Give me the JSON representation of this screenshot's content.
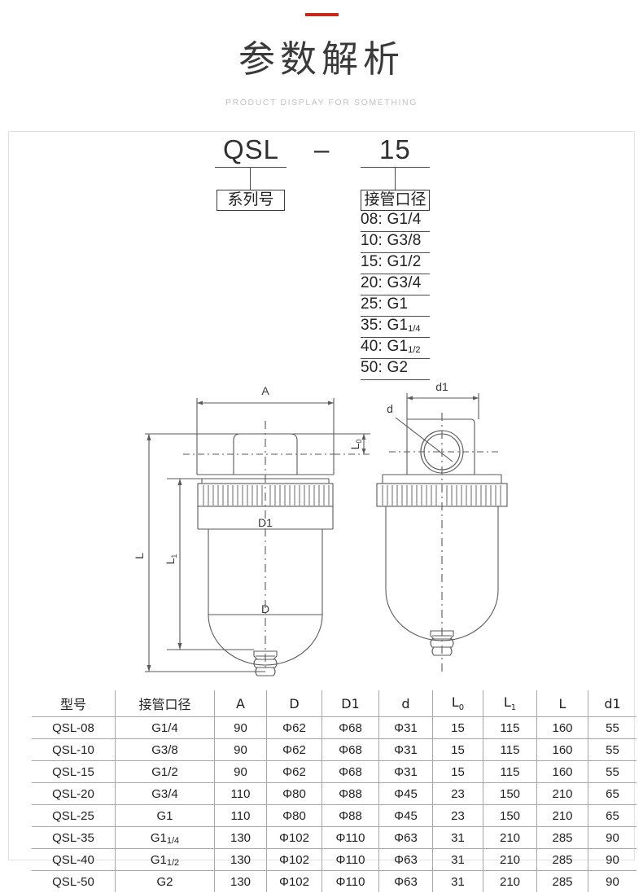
{
  "header": {
    "title": "参数解析",
    "subtitle": "PRODUCT DISPLAY FOR SOMETHING",
    "accent_color": "#c8281a"
  },
  "model_code": {
    "series_text": "QSL",
    "dash": "–",
    "size_text": "15",
    "series_label": "系列号",
    "size_label": "接管口径",
    "options": [
      {
        "code": "08",
        "sep": ":",
        "thread": "G1/4",
        "frac": ""
      },
      {
        "code": "10",
        "sep": ":",
        "thread": "G3/8",
        "frac": ""
      },
      {
        "code": "15",
        "sep": ":",
        "thread": "G1/2",
        "frac": ""
      },
      {
        "code": "20",
        "sep": ":",
        "thread": "G3/4",
        "frac": ""
      },
      {
        "code": "25",
        "sep": ":",
        "thread": "G1",
        "frac": ""
      },
      {
        "code": "35",
        "sep": ":",
        "thread": "G1",
        "frac": "1/4"
      },
      {
        "code": "40",
        "sep": ":",
        "thread": "G1",
        "frac": "1/2"
      },
      {
        "code": "50",
        "sep": ":",
        "thread": "G2",
        "frac": ""
      }
    ]
  },
  "drawing": {
    "front_view_labels": {
      "a": "A",
      "l0": "L",
      "l0_sub": "0",
      "l": "L",
      "l1": "L",
      "l1_sub": "1",
      "d1_collar": "D1",
      "d_bowl": "D"
    },
    "side_view_labels": {
      "d1": "d1",
      "d": "d"
    }
  },
  "spec_table": {
    "headers": [
      {
        "label": "型号",
        "sub": ""
      },
      {
        "label": "接管口径",
        "sub": ""
      },
      {
        "label": "A",
        "sub": ""
      },
      {
        "label": "D",
        "sub": ""
      },
      {
        "label": "D1",
        "sub": ""
      },
      {
        "label": "d",
        "sub": ""
      },
      {
        "label": "L",
        "sub": "0"
      },
      {
        "label": "L",
        "sub": "1"
      },
      {
        "label": "L",
        "sub": ""
      },
      {
        "label": "d1",
        "sub": ""
      }
    ],
    "rows": [
      {
        "model": "QSL-08",
        "port": "G1/4",
        "port_frac": "",
        "A": "90",
        "D": "Φ62",
        "D1": "Φ68",
        "d": "Φ31",
        "L0": "15",
        "L1": "115",
        "L": "160",
        "d1": "55"
      },
      {
        "model": "QSL-10",
        "port": "G3/8",
        "port_frac": "",
        "A": "90",
        "D": "Φ62",
        "D1": "Φ68",
        "d": "Φ31",
        "L0": "15",
        "L1": "115",
        "L": "160",
        "d1": "55"
      },
      {
        "model": "QSL-15",
        "port": "G1/2",
        "port_frac": "",
        "A": "90",
        "D": "Φ62",
        "D1": "Φ68",
        "d": "Φ31",
        "L0": "15",
        "L1": "115",
        "L": "160",
        "d1": "55"
      },
      {
        "model": "QSL-20",
        "port": "G3/4",
        "port_frac": "",
        "A": "110",
        "D": "Φ80",
        "D1": "Φ88",
        "d": "Φ45",
        "L0": "23",
        "L1": "150",
        "L": "210",
        "d1": "65"
      },
      {
        "model": "QSL-25",
        "port": "G1",
        "port_frac": "",
        "A": "110",
        "D": "Φ80",
        "D1": "Φ88",
        "d": "Φ45",
        "L0": "23",
        "L1": "150",
        "L": "210",
        "d1": "65"
      },
      {
        "model": "QSL-35",
        "port": "G1",
        "port_frac": "1/4",
        "A": "130",
        "D": "Φ102",
        "D1": "Φ110",
        "d": "Φ63",
        "L0": "31",
        "L1": "210",
        "L": "285",
        "d1": "90"
      },
      {
        "model": "QSL-40",
        "port": "G1",
        "port_frac": "1/2",
        "A": "130",
        "D": "Φ102",
        "D1": "Φ110",
        "d": "Φ63",
        "L0": "31",
        "L1": "210",
        "L": "285",
        "d1": "90"
      },
      {
        "model": "QSL-50",
        "port": "G2",
        "port_frac": "",
        "A": "130",
        "D": "Φ102",
        "D1": "Φ110",
        "d": "Φ63",
        "L0": "31",
        "L1": "210",
        "L": "285",
        "d1": "90"
      }
    ]
  }
}
